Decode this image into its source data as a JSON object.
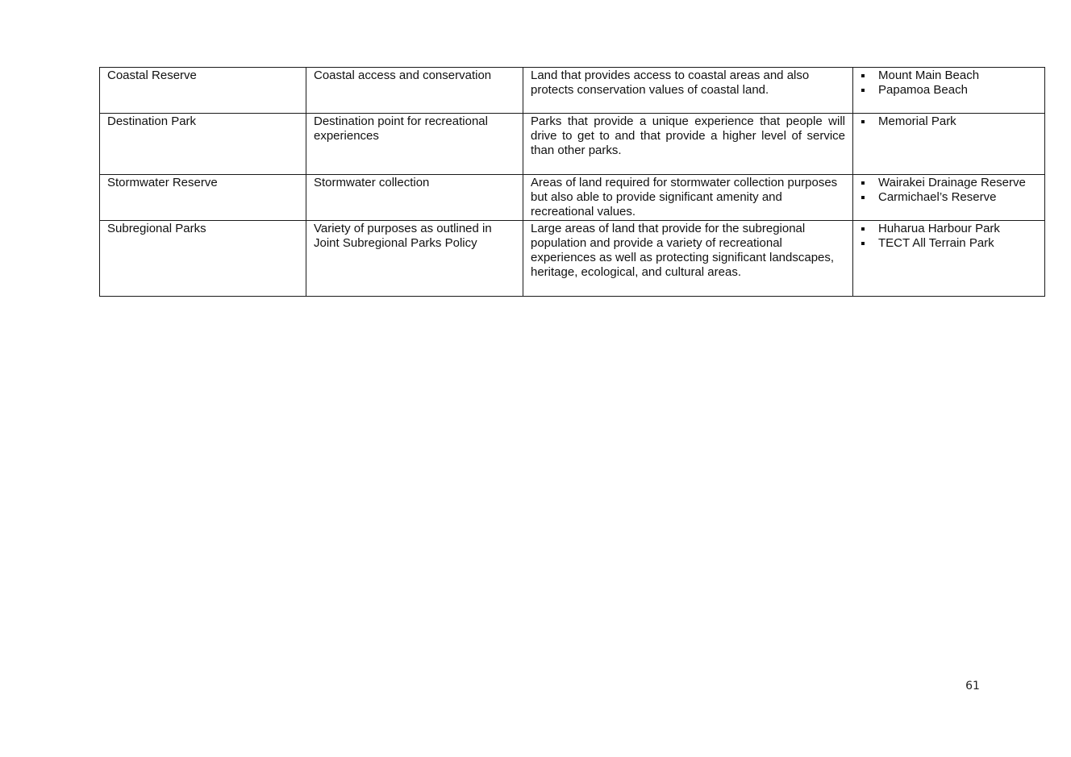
{
  "table": {
    "rows": [
      {
        "type": "Coastal Reserve",
        "purpose": "Coastal access and conservation",
        "description": "Land that provides access to coastal areas and also protects conservation values of coastal land.",
        "examples": [
          "Mount Main Beach",
          "Papamoa Beach"
        ]
      },
      {
        "type": "Destination Park",
        "purpose": "Destination point for recreational experiences",
        "description": "Parks that provide a unique experience that people will drive to get to and that provide a higher level of service than other parks.",
        "examples": [
          "Memorial Park"
        ]
      },
      {
        "type": "Stormwater Reserve",
        "purpose": "Stormwater collection",
        "description": "Areas of land required for stormwater collection purposes but also able to provide significant amenity and recreational values.",
        "examples": [
          "Wairakei Drainage Reserve",
          "Carmichael’s Reserve"
        ]
      },
      {
        "type": "Subregional Parks",
        "purpose": "Variety of purposes as outlined in Joint Subregional Parks Policy",
        "description": "Large areas of land that provide for the subregional population and provide a variety of recreational experiences as well as protecting significant landscapes, heritage, ecological, and cultural areas.",
        "examples": [
          "Huharua Harbour Park",
          "TECT All Terrain Park"
        ]
      }
    ]
  },
  "footer": {
    "page_number": "61"
  }
}
